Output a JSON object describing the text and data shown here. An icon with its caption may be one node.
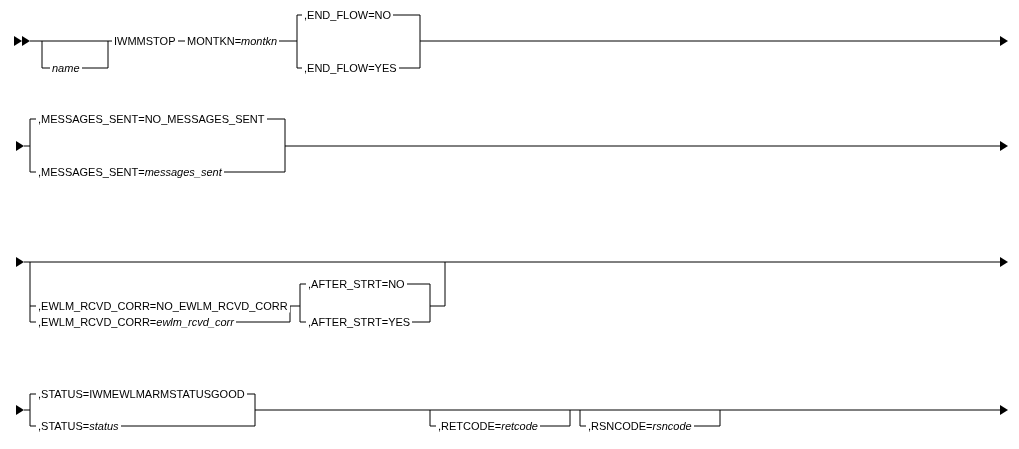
{
  "diagram": {
    "labels": [
      "name",
      "IWMMSTOP",
      "MONTKN=*montkn*",
      ",END_FLOW=NO",
      ",END_FLOW=YES",
      ",MESSAGES_SENT=NO_MESSAGES_SENT",
      ",MESSAGES_SENT=*messages_sent*",
      ",AFTER_STRT=NO",
      ",EWLM_RCVD_CORR=NO_EWLM_RCVD_CORR",
      ",EWLM_RCVD_CORR=*ewlm_rcvd_corr*",
      ",AFTER_STRT=YES",
      ",STATUS=IWMEWLMARMSTATUSGOOD",
      ",STATUS=*status*",
      ",RETCODE=*retcode*",
      ",RSNCODE=*rsncode*"
    ]
  }
}
